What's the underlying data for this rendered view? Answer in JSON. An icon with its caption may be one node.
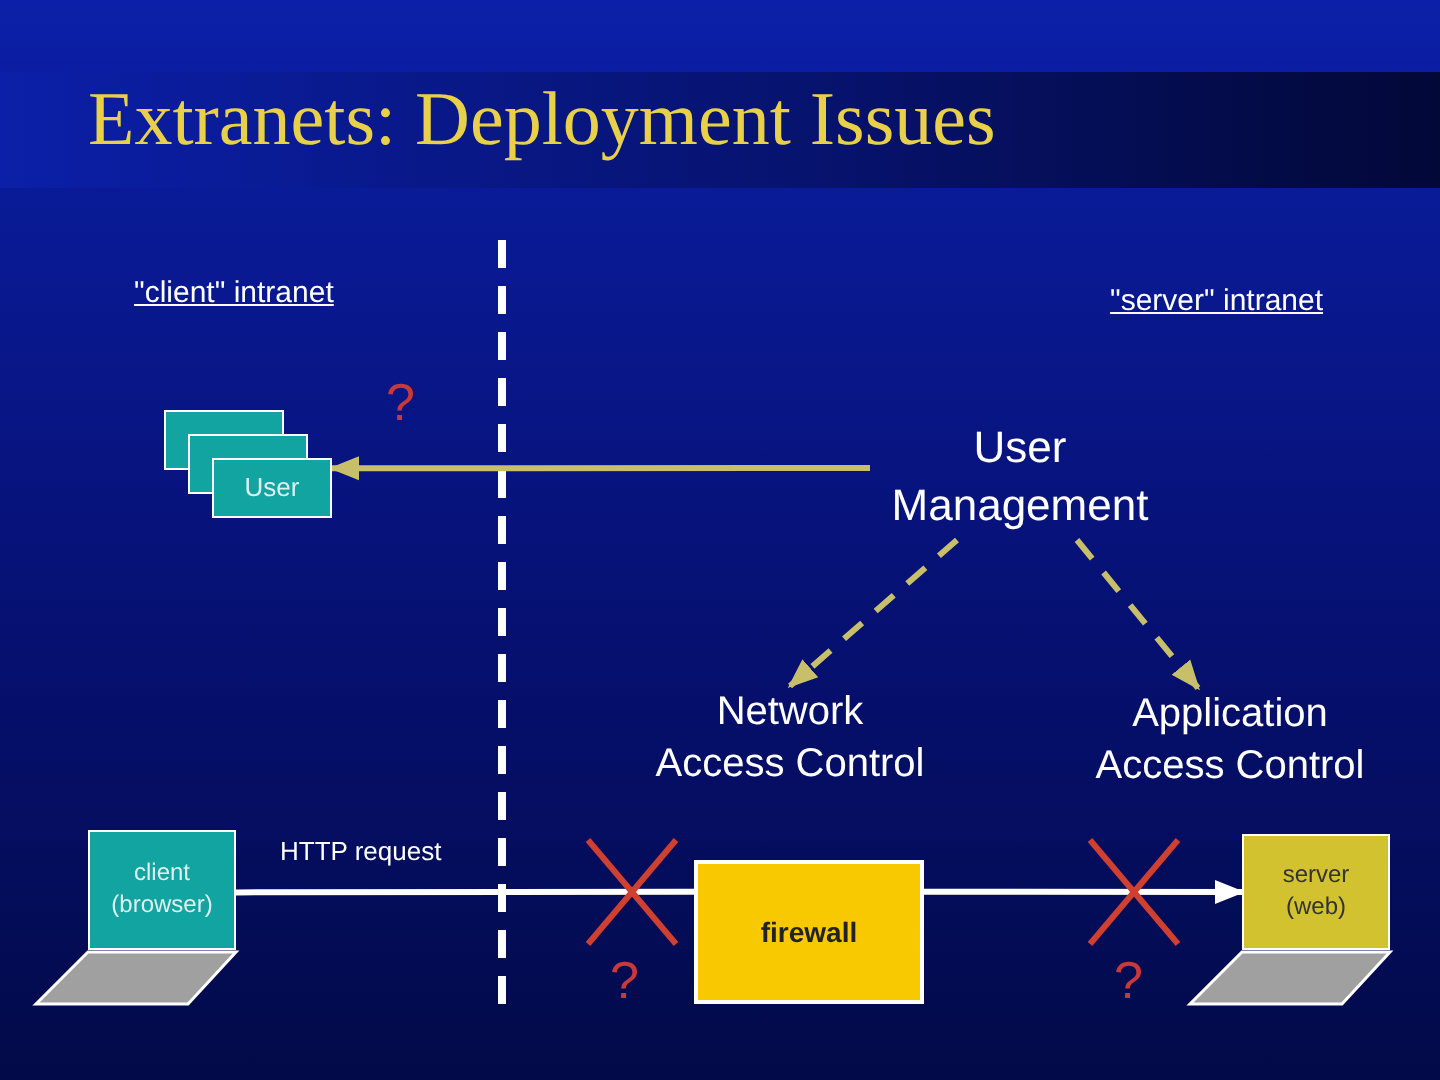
{
  "diagram": {
    "title": "Extranets: Deployment Issues",
    "nodes": [
      {
        "text": [
          "User"
        ]
      },
      {
        "text": [
          "User Management"
        ]
      },
      {
        "text": [
          "Network Access Control"
        ]
      },
      {
        "text": [
          "Application Access Control"
        ]
      },
      {
        "text": [
          "client (browser)"
        ]
      },
      {
        "text": [
          "firewall"
        ]
      },
      {
        "text": [
          "server (web)"
        ]
      }
    ],
    "edges": [
      {
        "from": 1,
        "to": 0,
        "arrow": "to"
      },
      {
        "from": 1,
        "to": 2,
        "arrow": "to",
        "style": "dashed"
      },
      {
        "from": 1,
        "to": 3,
        "arrow": "to",
        "style": "dashed"
      },
      {
        "from": 4,
        "to": 5,
        "arrow": "none",
        "label": "HTTP request",
        "color": "#ffffff"
      },
      {
        "from": 5,
        "to": 6,
        "arrow": "to",
        "color": "#ffffff"
      }
    ],
    "labels": [
      "\"client\" intranet",
      "\"server\" intranet",
      "?",
      "?",
      "?"
    ]
  }
}
